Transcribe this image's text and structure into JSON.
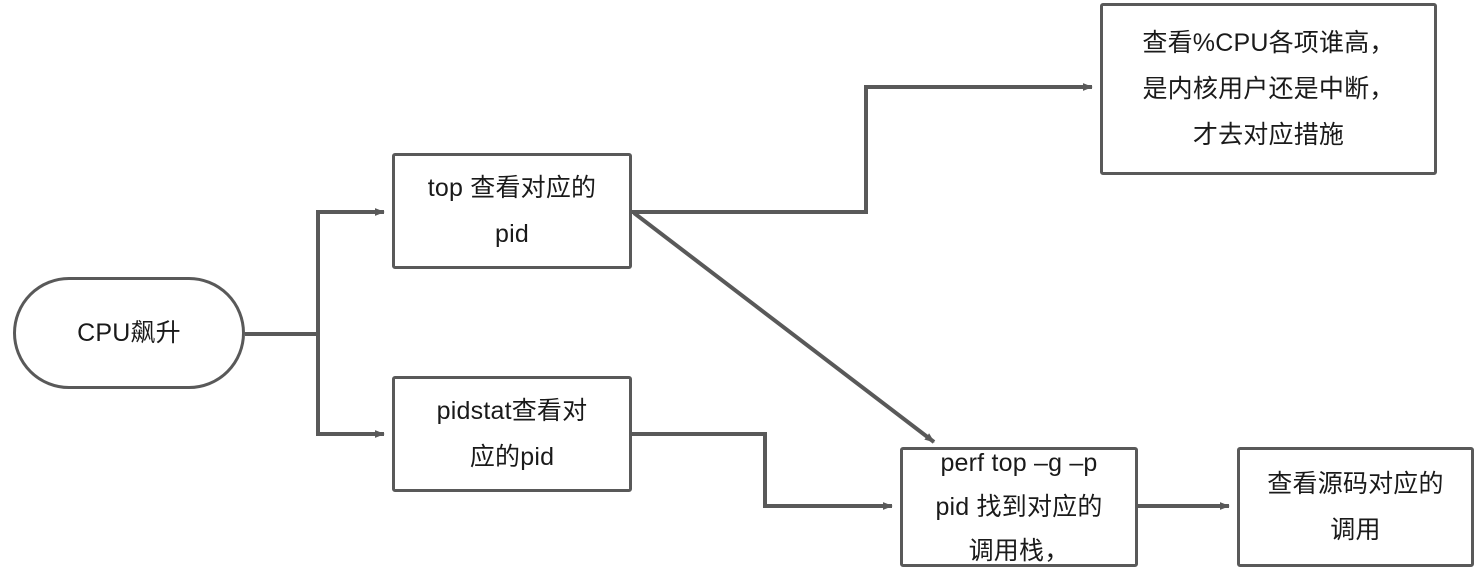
{
  "diagram": {
    "title": "CPU troubleshooting flowchart",
    "type": "flowchart",
    "colors": {
      "stroke": "#595959",
      "fill": "#ffffff",
      "text": "#1a1a1a"
    },
    "nodes": {
      "start": {
        "shape": "stadium",
        "lines": [
          "CPU飙升"
        ]
      },
      "top": {
        "shape": "rectangle",
        "lines": [
          "top 查看对应的",
          "pid"
        ]
      },
      "pidstat": {
        "shape": "rectangle",
        "lines": [
          "pidstat查看对",
          "应的pid"
        ]
      },
      "cpuinfo": {
        "shape": "rectangle",
        "lines": [
          "查看%CPU各项谁高，",
          "是内核用户还是中断，",
          "才去对应措施"
        ]
      },
      "perf": {
        "shape": "rectangle",
        "lines": [
          "perf top –g –p",
          "pid 找到对应的",
          "调用栈，"
        ]
      },
      "source": {
        "shape": "rectangle",
        "lines": [
          "查看源码对应的",
          "调用"
        ]
      }
    },
    "edges": [
      {
        "from": "start",
        "to": "top",
        "style": "orthogonal",
        "arrow": true
      },
      {
        "from": "start",
        "to": "pidstat",
        "style": "orthogonal",
        "arrow": true
      },
      {
        "from": "top",
        "to": "cpuinfo",
        "style": "orthogonal",
        "arrow": true
      },
      {
        "from": "top",
        "to": "perf",
        "style": "diagonal",
        "arrow": true
      },
      {
        "from": "pidstat",
        "to": "perf",
        "style": "orthogonal",
        "arrow": true
      },
      {
        "from": "perf",
        "to": "source",
        "style": "straight",
        "arrow": true
      }
    ]
  }
}
